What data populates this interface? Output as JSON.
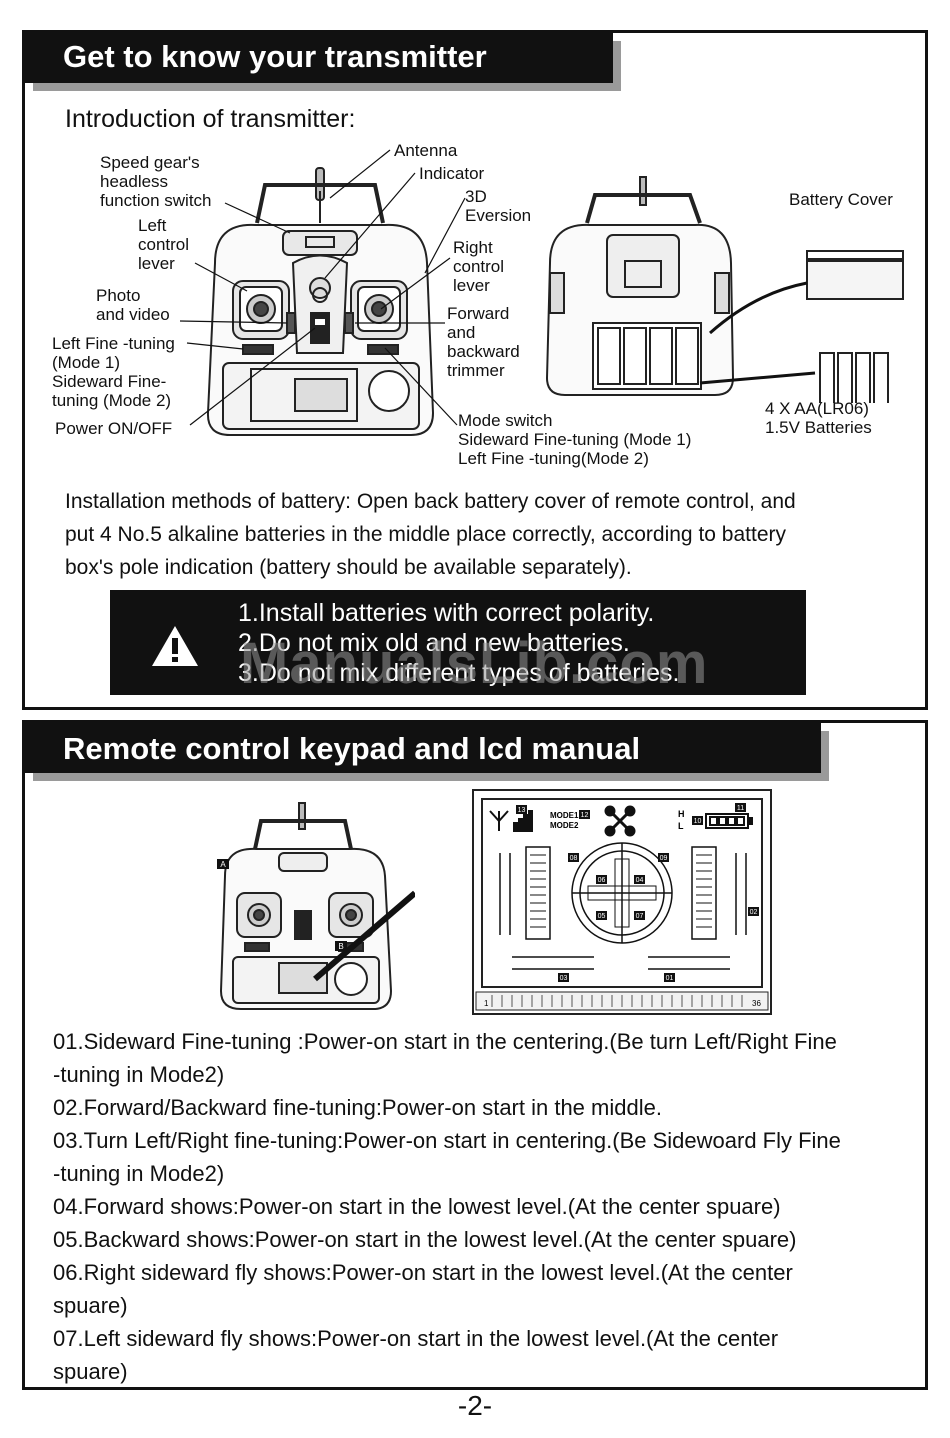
{
  "section1": {
    "title": "Get to know your transmitter",
    "intro_title": "Introduction of transmitter:",
    "labels": {
      "speed_gear": "Speed gear's\nheadless\nfunction switch",
      "left_lever": "Left\ncontrol\nlever",
      "photo_video": "Photo\nand video",
      "left_fine": "Left Fine -tuning\n(Mode 1)\nSideward Fine-\ntuning (Mode 2)",
      "power": "Power ON/OFF",
      "antenna": "Antenna",
      "indicator": "Indicator",
      "eversion": "3D\nEversion",
      "right_lever": "Right\ncontrol\nlever",
      "trimmer": "Forward\nand\nbackward\ntrimmer",
      "mode_switch": "Mode switch\nSideward Fine-tuning (Mode 1)\nLeft Fine -tuning(Mode 2)",
      "battery_cover": "Battery Cover",
      "batteries": "4 X AA(LR06)\n1.5V Batteries"
    },
    "installation": [
      "Installation methods of battery: Open back battery cover of remote control, and",
      "put 4 No.5 alkaline batteries in the middle place correctly, according to battery",
      "box's pole indication (battery should be available separately)."
    ],
    "warnings": [
      "1.Install batteries with correct polarity.",
      "2.Do not mix old and new batteries.",
      "3.Do not mix different types of batteries."
    ],
    "warning_icon": "warning-triangle-icon"
  },
  "watermark": "ManualsLib.com",
  "section2": {
    "title": "Remote control keypad and lcd manual",
    "lcd_labels": {
      "mode1": "MODE1",
      "mode2": "MODE2",
      "h": "H",
      "l": "L",
      "n01": "01",
      "n02": "02",
      "n03": "03",
      "n04": "04",
      "n05": "05",
      "n06": "06",
      "n07": "07",
      "n08": "08",
      "n09": "09",
      "n10": "10",
      "n11": "11",
      "n12": "12",
      "n13": "13",
      "a": "A",
      "b": "B",
      "pin1": "1",
      "pin36": "36"
    },
    "items": [
      {
        "line1": "01.Sideward Fine-tuning :Power-on start in the centering.(Be turn Left/Right Fine",
        "line2": "-tuning in Mode2)"
      },
      {
        "line1": "02.Forward/Backward fine-tuning:Power-on start in the middle.",
        "line2": ""
      },
      {
        "line1": "03.Turn Left/Right fine-tuning:Power-on start in centering.(Be Sidewoard Fly Fine",
        "line2": "-tuning in Mode2)"
      },
      {
        "line1": "04.Forward shows:Power-on start in the lowest level.(At the center spuare)",
        "line2": ""
      },
      {
        "line1": "05.Backward shows:Power-on start in the lowest level.(At the center spuare)",
        "line2": ""
      },
      {
        "line1": "06.Right sideward fly shows:Power-on start in the lowest level.(At the center",
        "line2": "spuare)"
      },
      {
        "line1": "07.Left sideward fly shows:Power-on start in the lowest level.(At the center",
        "line2": "spuare)"
      }
    ]
  },
  "page_number": "-2-"
}
